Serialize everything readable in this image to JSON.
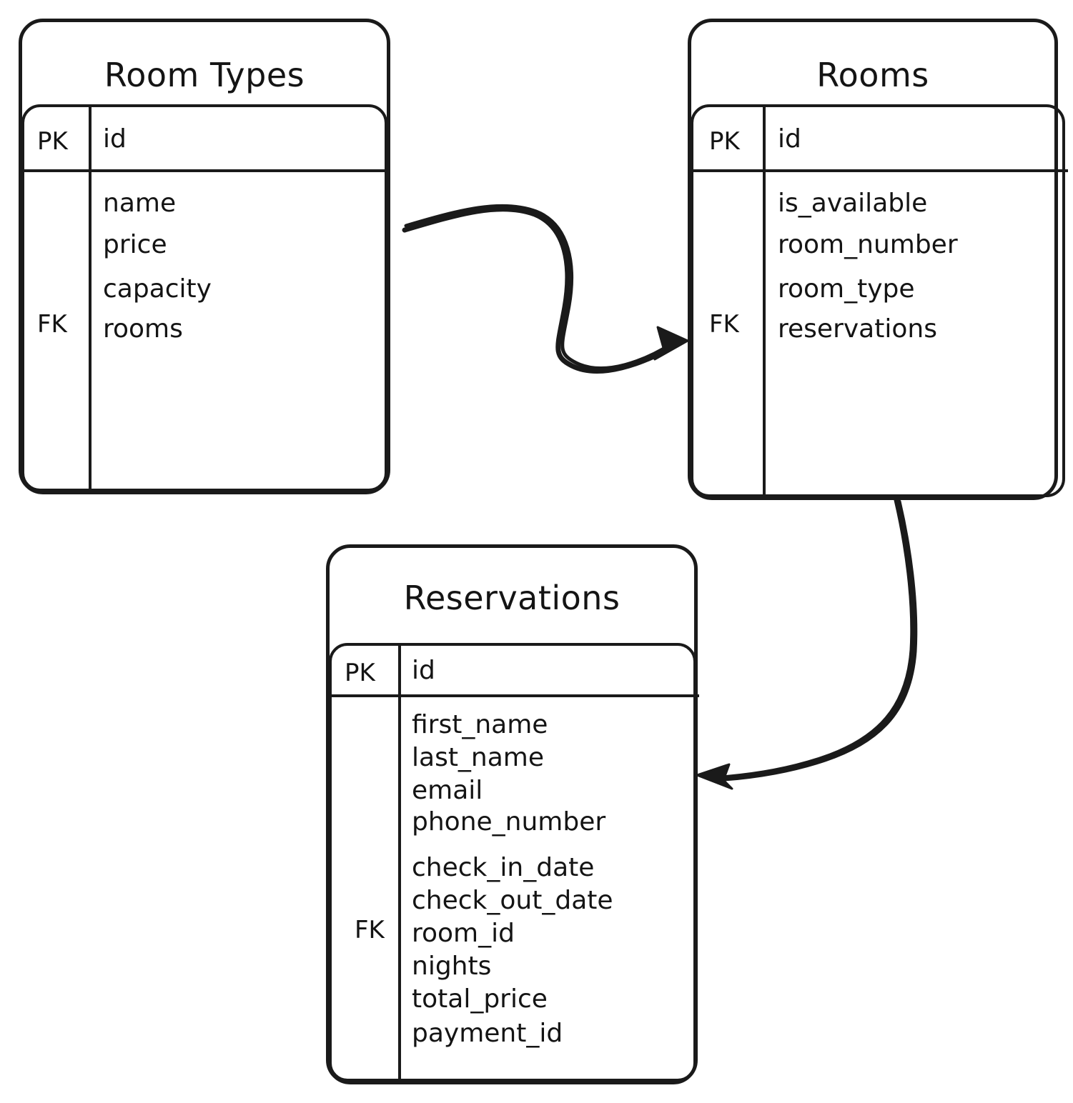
{
  "diagram": {
    "title_style": "hand-drawn ER diagram",
    "stroke_color": "#1a1a1a",
    "background_color": "#ffffff",
    "text_color": "#141414"
  },
  "entities": [
    {
      "id": "room-types",
      "name": "Room Types",
      "pk_label": "PK",
      "fk_label": "FK",
      "pk_fields": [
        "id"
      ],
      "fields": [
        "name",
        "price",
        "capacity",
        "rooms"
      ]
    },
    {
      "id": "rooms",
      "name": "Rooms",
      "pk_label": "PK",
      "fk_label": "FK",
      "pk_fields": [
        "id"
      ],
      "fields": [
        "is_available",
        "room_number",
        "room_type",
        "reservations"
      ]
    },
    {
      "id": "reservations",
      "name": "Reservations",
      "pk_label": "PK",
      "fk_label": "FK",
      "pk_fields": [
        "id"
      ],
      "fields": [
        "first_name",
        "last_name",
        "email",
        "phone_number",
        "check_in_date",
        "check_out_date",
        "room_id",
        "nights",
        "total_price",
        "payment_id"
      ]
    }
  ],
  "relationships": [
    {
      "id": "rt-to-rooms",
      "from": "room-types",
      "to": "rooms",
      "arrow": "single"
    },
    {
      "id": "rooms-to-reservations",
      "from": "rooms",
      "to": "reservations",
      "arrow": "single"
    }
  ]
}
